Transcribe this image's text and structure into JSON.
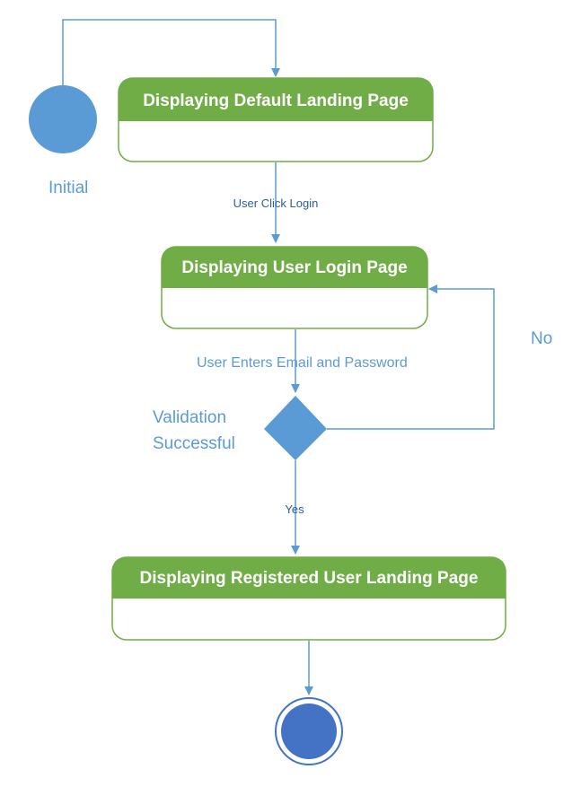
{
  "colors": {
    "state_header": "#70ad47",
    "state_border": "#70ad47",
    "initial_node": "#5b9bd5",
    "decision_node": "#5b9bd5",
    "final_node": "#4472c4",
    "connector": "#5b9bd5",
    "label_text": "#5b9bd5"
  },
  "states": {
    "default_landing": "Displaying Default Landing Page",
    "user_login": "Displaying User Login Page",
    "registered_landing": "Displaying Registered User Landing Page"
  },
  "labels": {
    "initial": "Initial",
    "user_click_login": "User Click Login",
    "user_enters_credentials": "User Enters Email and Password",
    "validation_line1": "Validation",
    "validation_line2": "Successful",
    "no": "No",
    "yes": "Yes"
  }
}
